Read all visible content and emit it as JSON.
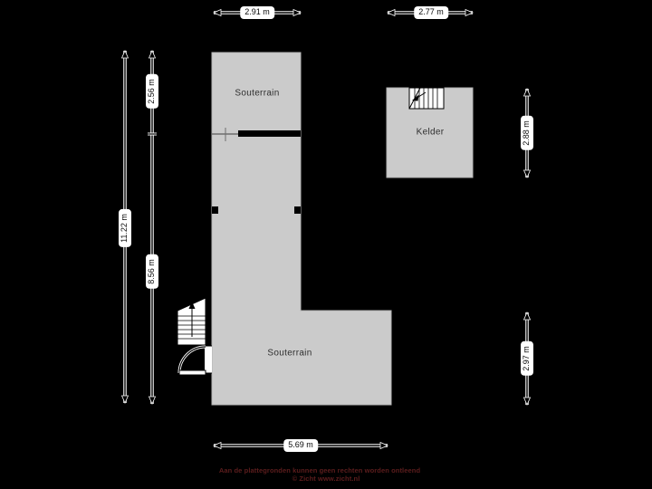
{
  "rooms": [
    {
      "label": "Souterrain"
    },
    {
      "label": "Souterrain"
    },
    {
      "label": "Kelder"
    }
  ],
  "dimensions": {
    "top_left": "2.91 m",
    "top_right": "2.77 m",
    "left_outer": "11.22 m",
    "left_upper": "2.56 m",
    "left_lower": "8.56 m",
    "right_kelder": "2.88 m",
    "right_lower": "2.97 m",
    "bottom": "5.69 m"
  },
  "footer": {
    "disclaimer": "Aan de plattegronden kunnen geen rechten worden ontleend",
    "credit": "© Zicht www.zicht.nl"
  },
  "icons": [
    {
      "name": "stairs-icon",
      "meaning": "staircase with up-arrow walk line"
    },
    {
      "name": "door-arc-icon",
      "meaning": "door swing arc"
    }
  ],
  "colors": {
    "background": "#000000",
    "wall": "#000000",
    "room_fill": "#cbcbcb",
    "dimension_label_bg": "#ffffff",
    "dimension_line": "#000000",
    "footer_text": "#5d1d1d"
  }
}
